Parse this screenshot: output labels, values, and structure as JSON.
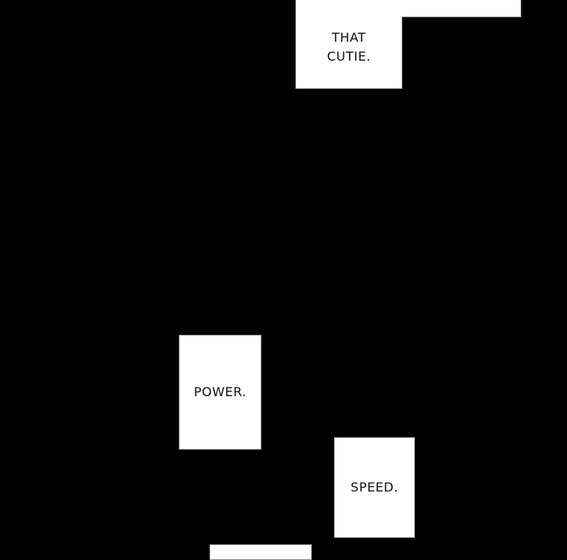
{
  "captions": {
    "that_cutie": "THAT\nCUTIE.",
    "power": "POWER.",
    "speed": "SPEED."
  },
  "colors": {
    "background": "#000000",
    "panel": "#ffffff",
    "border": "#8a8a8a",
    "text": "#111111"
  }
}
